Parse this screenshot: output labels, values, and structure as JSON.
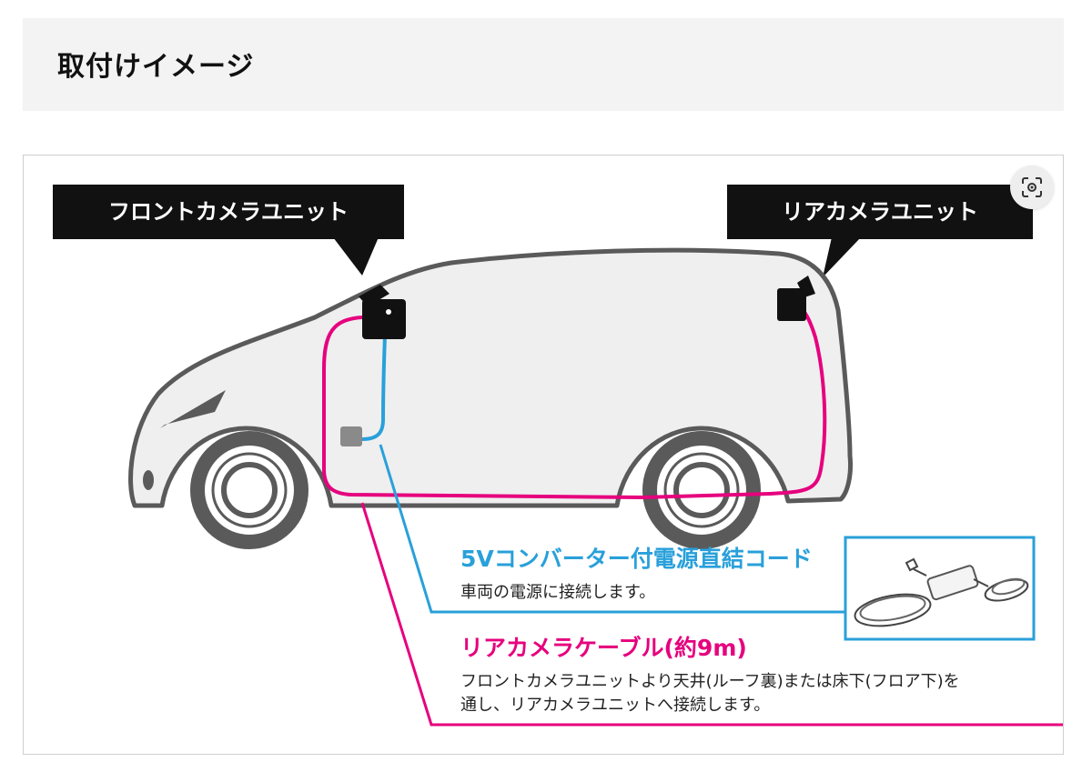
{
  "page": {
    "title": "取付けイメージ"
  },
  "diagram": {
    "front_camera_label": "フロントカメラユニット",
    "rear_camera_label": "リアカメラユニット",
    "power_cord": {
      "title": "5Vコンバーター付電源直結コード",
      "description": "車両の電源に接続します。"
    },
    "rear_cable": {
      "title": "リアカメラケーブル(約9m)",
      "description_line1": "フロントカメラユニットより天井(ルーフ裏)または床下(フロア下)を",
      "description_line2": "通し、リアカメラユニットへ接続します。"
    },
    "colors": {
      "pink": "#e6007e",
      "blue": "#29a0da",
      "label_bg": "#111111",
      "car_fill": "#efefef",
      "car_outline": "#5a5a5a"
    }
  },
  "controls": {
    "zoom_icon": "zoom-lens-icon"
  }
}
